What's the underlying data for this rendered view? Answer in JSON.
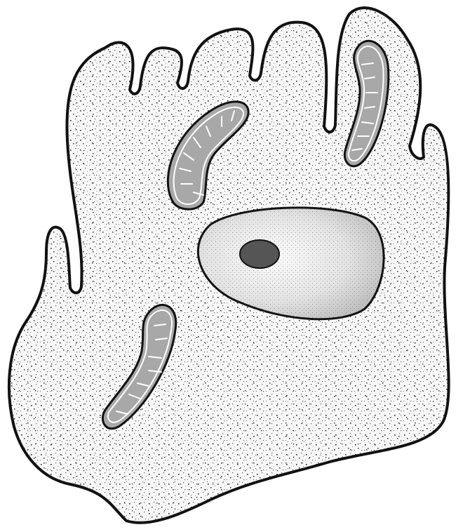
{
  "diagram": {
    "subject": "animal cell",
    "colors": {
      "background": "#ffffff",
      "outline": "#111111",
      "cytoplasm": "#f4f4f4",
      "stipple": "#333333",
      "nucleus_light": "#f0f0f0",
      "nucleus_dark": "#b8b8b8",
      "nucleolus": "#555555",
      "mito_matrix": "#a6a6a6",
      "mito_membrane_gap": "#ffffff"
    },
    "structures": [
      {
        "name": "cell-membrane"
      },
      {
        "name": "cytoplasm"
      },
      {
        "name": "nucleus"
      },
      {
        "name": "nucleolus"
      },
      {
        "name": "mitochondrion-upper-left"
      },
      {
        "name": "mitochondrion-upper-right"
      },
      {
        "name": "mitochondrion-lower-left"
      }
    ]
  }
}
